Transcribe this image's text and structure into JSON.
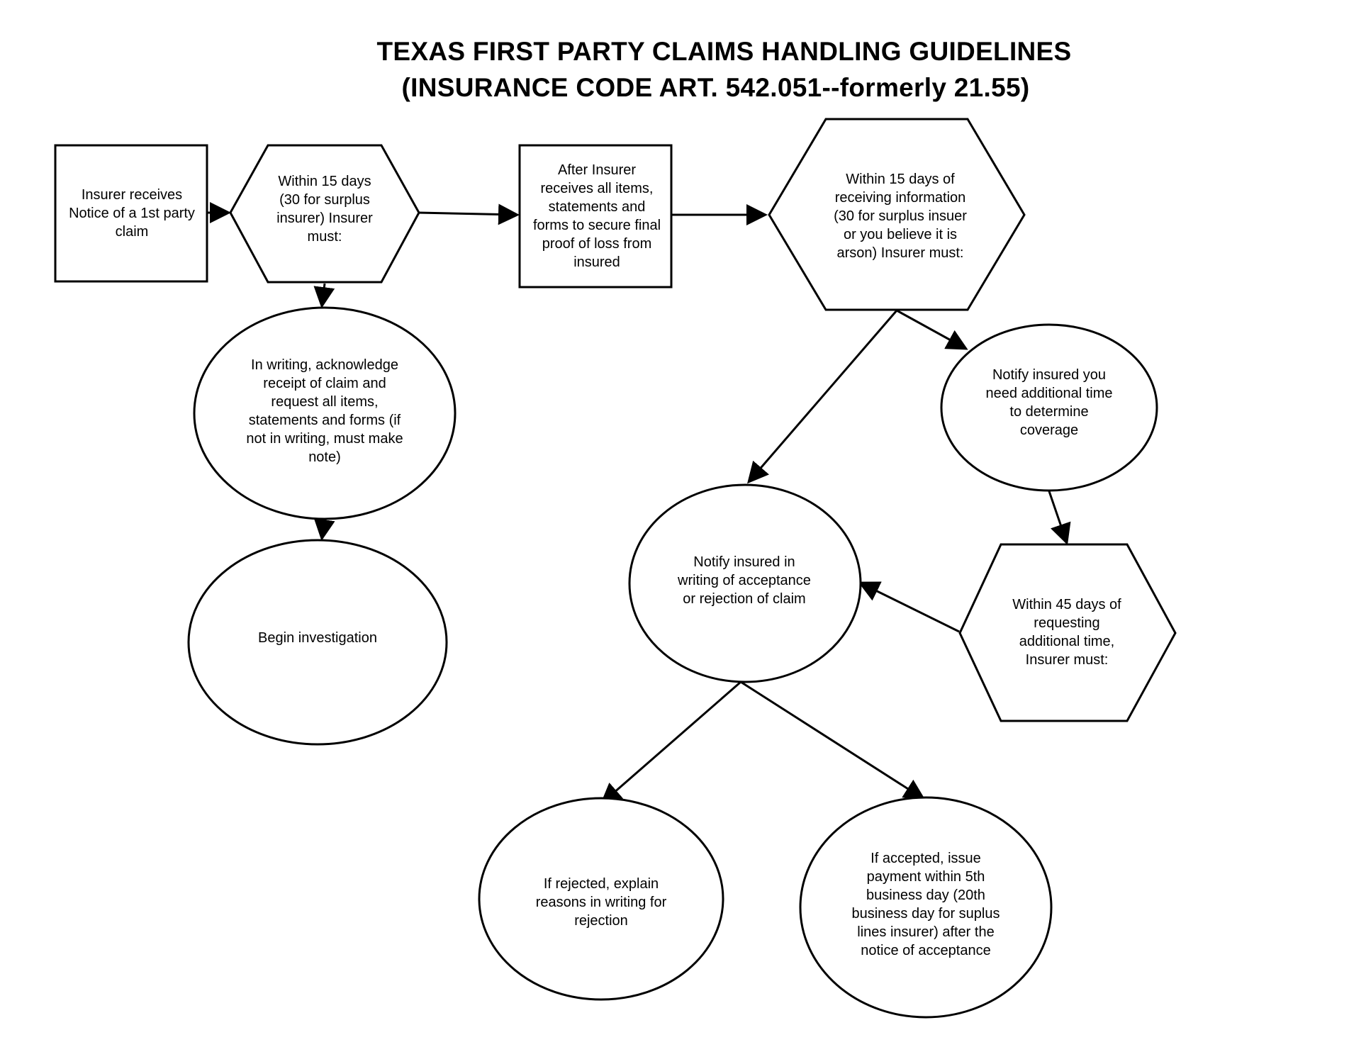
{
  "title": {
    "line1": "TEXAS FIRST PARTY CLAIMS HANDLING GUIDELINES",
    "line2": "(INSURANCE CODE ART. 542.051--formerly 21.55)"
  },
  "nodes": {
    "notice": "Insurer receives\nNotice of a 1st party\nclaim",
    "within15": "Within 15 days\n(30 for surplus\ninsurer) Insurer\nmust:",
    "after_receives": "After Insurer\nreceives all items,\nstatements and\nforms to secure final\nproof of loss from\ninsured",
    "within15_info": "Within 15 days of\nreceiving information\n(30 for surplus insuer\nor you believe it is\narson) Insurer must:",
    "acknowledge": "In writing, acknowledge\nreceipt of claim and\nrequest all items,\nstatements and forms (if\nnot in writing, must make\nnote)",
    "begin_investigation": "Begin investigation",
    "notify_additional_time": "Notify insured you\nneed additional time\nto determine\ncoverage",
    "notify_acceptance": "Notify insured in\nwriting of acceptance\nor rejection of claim",
    "within45": "Within 45 days of\nrequesting\nadditional time,\nInsurer must:",
    "if_rejected": "If rejected, explain\nreasons in writing for\nrejection",
    "if_accepted": "If accepted, issue\npayment within 5th\nbusiness day (20th\nbusiness day for suplus\nlines insurer) after the\nnotice of acceptance"
  },
  "colors": {
    "stroke": "#000000",
    "fill": "#ffffff",
    "background": "#ffffff"
  }
}
